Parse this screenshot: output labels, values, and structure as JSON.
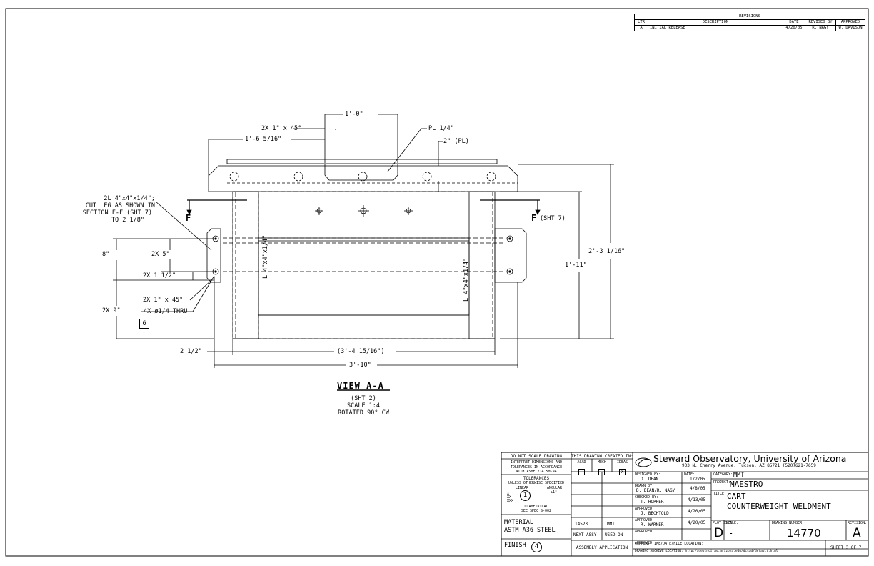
{
  "revisions": {
    "title": "REVISIONS",
    "headers": [
      "LTR",
      "DESCRIPTION",
      "DATE",
      "REVISED BY",
      "APPROVED"
    ],
    "rows": [
      [
        "A",
        "INITIAL RELEASE",
        "4/20/05",
        "R. NAGY",
        "W. DAVISON"
      ]
    ]
  },
  "drawing": {
    "dims": {
      "d_1ft": "1'-0\"",
      "chamfer_top": "2X 1\" x 45°",
      "pl_quarter": "PL 1/4\"",
      "width_1_6_5_16": "1'-6 5/16\"",
      "pl_2": "2\" (PL)",
      "height_2_3_1_16": "2'-3 1/16\"",
      "height_1_11": "1'-11\"",
      "angle_note_1": "2L 4\"x4\"x1/4\";",
      "angle_note_2": "CUT LEG AS SHOWN IN",
      "angle_note_3": "SECTION F-F (SHT 7)",
      "angle_note_4": "TO 2 1/8\"",
      "d_8": "8\"",
      "d_2x5": "2X 5\"",
      "d_2x1_5": "2X 1 1/2\"",
      "chamfer_side": "2X 1\" x 45°",
      "d_2x9": "2X 9\"",
      "holes": "4X ø1/4 THRU",
      "holes_balloon": "6",
      "d_2_5": "2 1/2\"",
      "d_3_4_15_16": "(3'-4 15/16\")",
      "d_3_10": "3'-10\"",
      "leg_left": "L 4\"x4\"x1/4\"",
      "leg_right": "L 4\"x4\"x1/4\"",
      "section_left": "F",
      "section_right": "F",
      "section_ref": "(SHT 7)"
    },
    "view": {
      "title": "VIEW A-A",
      "line1": "(SHT 2)",
      "line2": "SCALE 1:4",
      "line3": "ROTATED 90° CW"
    }
  },
  "titleblock": {
    "notes": {
      "no_scale": "DO NOT SCALE DRAWING",
      "interpret_1": "INTERPRET DIMENSIONS AND",
      "interpret_2": "TOLERANCES IN ACCORDANCE",
      "interpret_3": "WITH ASME Y14.5M-94",
      "tolerances": "TOLERANCES",
      "unless": "UNLESS OTHERWISE SPECIFIED",
      "linear": "LINEAR",
      "angular": "ANGULAR",
      "angular_val": "±1°",
      "tol_x": ".X",
      "tol_xx": ".XX",
      "tol_xxx": ".XXX",
      "tol_balloon": "1",
      "diametrical": "DIAMETRICAL",
      "see_spec": "SEE SPEC S-002",
      "material_label": "MATERIAL",
      "material": "ASTM A36 STEEL",
      "finish_label": "FINISH",
      "finish_balloon": "4"
    },
    "created_in": {
      "title": "THIS DRAWING CREATED IN:",
      "acad": "ACAD",
      "mech": "MECH",
      "ideas": "IDEAS",
      "ideas_mark": "X",
      "next_assy_num": "14523",
      "next_assy_name": "MMT",
      "next_assy": "NEXT ASSY",
      "used_on": "USED ON",
      "assembly_app": "ASSEMBLY APPLICATION"
    },
    "org": {
      "name": "Steward Observatory, University of Arizona",
      "address": "933 N. Cherry Avenue, Tucson, AZ  85721   (520)621-7659"
    },
    "signoffs": [
      {
        "role": "DESIGNED BY:",
        "name": "D. DEAN",
        "date_label": "DATE:",
        "date": "1/2/05"
      },
      {
        "role": "DRAWN BY:",
        "name": "D. DEAN/R. NAGY",
        "date": "4/8/05"
      },
      {
        "role": "CHECKED BY:",
        "name": "T. HOPPER",
        "date": "4/13/05"
      },
      {
        "role": "APPROVED:",
        "name": "J. BECHTOLD",
        "date": "4/20/05"
      },
      {
        "role": "APPROVED:",
        "name": "R. WARNER",
        "date": "4/20/05"
      },
      {
        "role": "APPROVED:",
        "name": "",
        "date": ""
      },
      {
        "role": "APPROVED:",
        "name": "",
        "date": ""
      }
    ],
    "category_label": "CATEGORY:",
    "category": "MMT",
    "project_label": "PROJECT:",
    "project": "MAESTRO",
    "title_label": "TITLE:",
    "title_1": "CART",
    "title_2": "COUNTERWEIGHT WELDMENT",
    "plot_size_label": "PLOT SIZE",
    "plot_size": "D",
    "scale_label": "SCALE:",
    "scale": "-",
    "dwg_num_label": "DRAWING NUMBER:",
    "dwg_num": "14770",
    "revision_label": "REVISION:",
    "revision": "A",
    "current_time": "CURRENT TIME/DATE/FILE LOCATION:",
    "archive": "DRAWING ARCHIVE LOCATION: http://devinci.as.arizona.edu/dcsad/default.html",
    "sheet": "SHEET 3 OF 7"
  }
}
